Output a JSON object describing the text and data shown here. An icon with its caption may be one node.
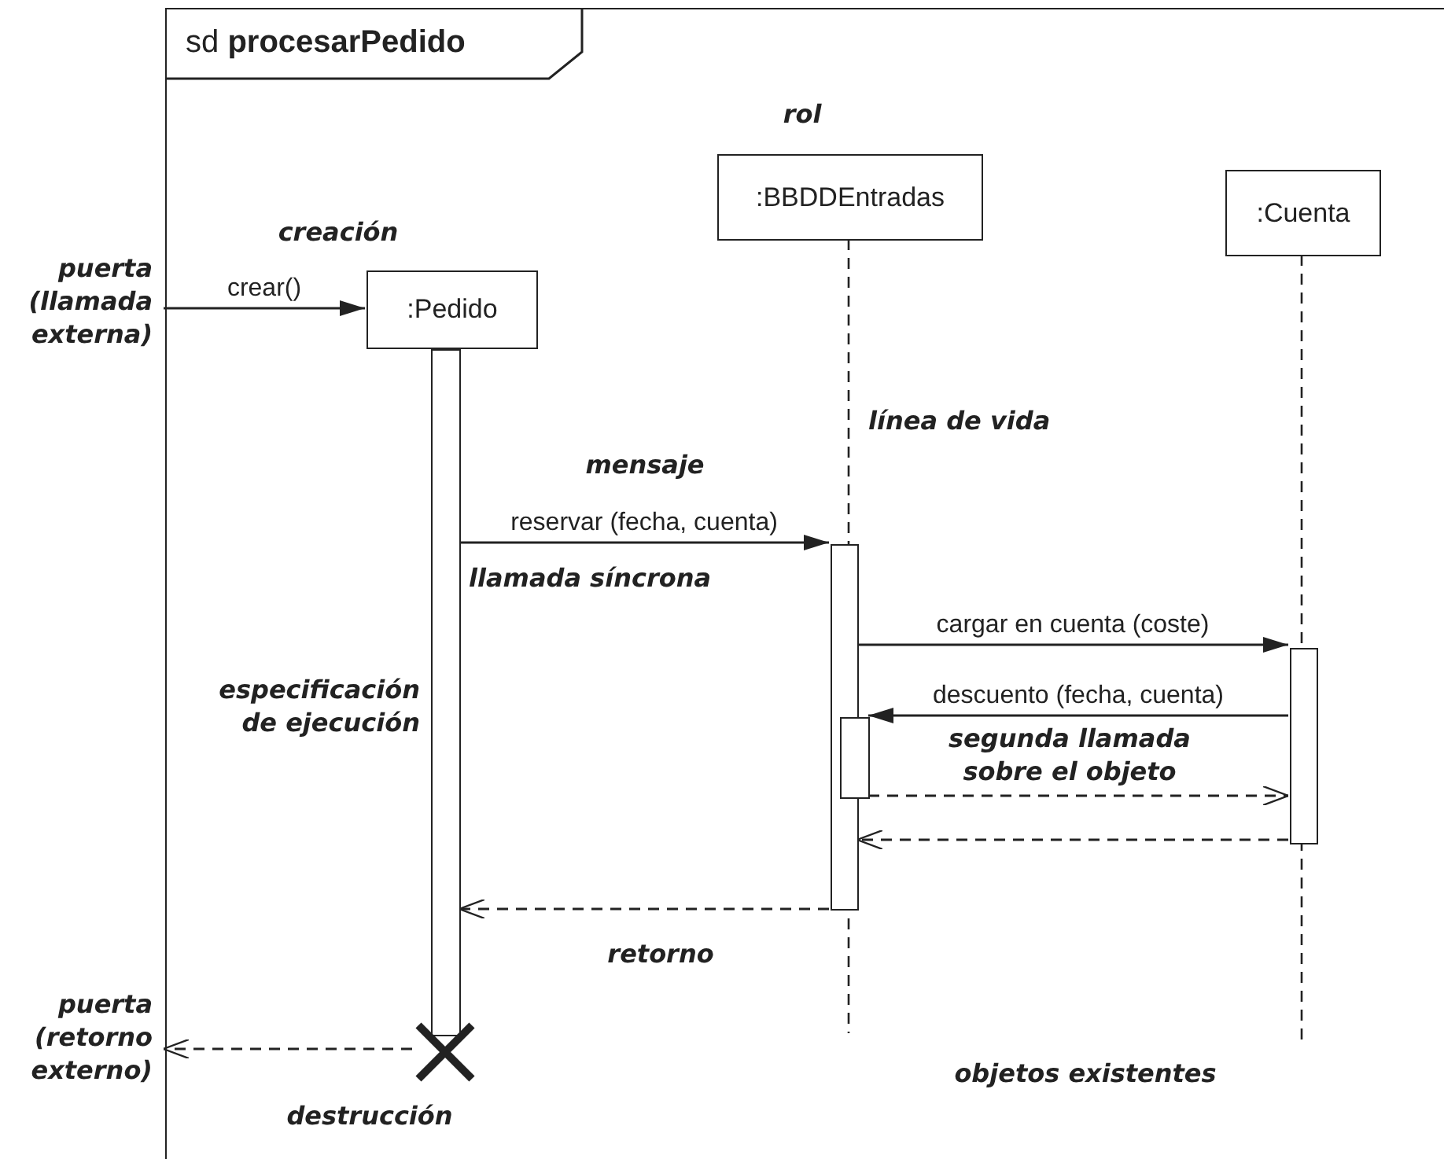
{
  "diagram": {
    "nodes": [
      {
        "text": [
          "sd **procesarPedido**"
        ]
      },
      {
        "text": [
          ":Pedido"
        ],
        "in": 0
      },
      {
        "text": [
          ":BBDDEntradas"
        ],
        "in": 0
      },
      {
        "text": [
          ":Cuenta"
        ],
        "in": 0
      },
      {
        "text": [],
        "shape": "bar",
        "in": 0,
        "beside": [
          "especificación de ejecución"
        ]
      },
      {
        "text": [],
        "shape": "bar",
        "in": 0
      },
      {
        "text": [],
        "shape": "bar",
        "in": 0
      },
      {
        "text": [],
        "shape": "bar",
        "in": 0
      },
      {
        "text": [],
        "shape": "cross",
        "in": 0
      },
      {
        "text": [
          "puerta (llamada externa)"
        ]
      },
      {
        "text": [
          "puerta (retorno externo)"
        ]
      }
    ],
    "edges": [
      {
        "from": 9,
        "to": 1,
        "arrow": "to",
        "label": "crear()"
      },
      {
        "from": 4,
        "to": 5,
        "arrow": "to",
        "label": "reservar (fecha, cuenta)"
      },
      {
        "from": 5,
        "to": 7,
        "arrow": "to",
        "label": "cargar en cuenta (coste)"
      },
      {
        "from": 7,
        "to": 6,
        "arrow": "to",
        "label": "descuento (fecha, cuenta)"
      },
      {
        "from": 6,
        "to": 7,
        "arrow": "to",
        "style": "dashed"
      },
      {
        "from": 7,
        "to": 5,
        "arrow": "to",
        "style": "dashed"
      },
      {
        "from": 5,
        "to": 4,
        "arrow": "to",
        "style": "dashed"
      },
      {
        "from": 8,
        "to": 10,
        "arrow": "to",
        "style": "dashed"
      }
    ],
    "labels": [
      "rol",
      "creación",
      "línea de vida",
      "mensaje",
      "llamada síncrona",
      "segunda llamada sobre el objeto",
      "retorno",
      "objetos existentes",
      "destrucción"
    ]
  }
}
